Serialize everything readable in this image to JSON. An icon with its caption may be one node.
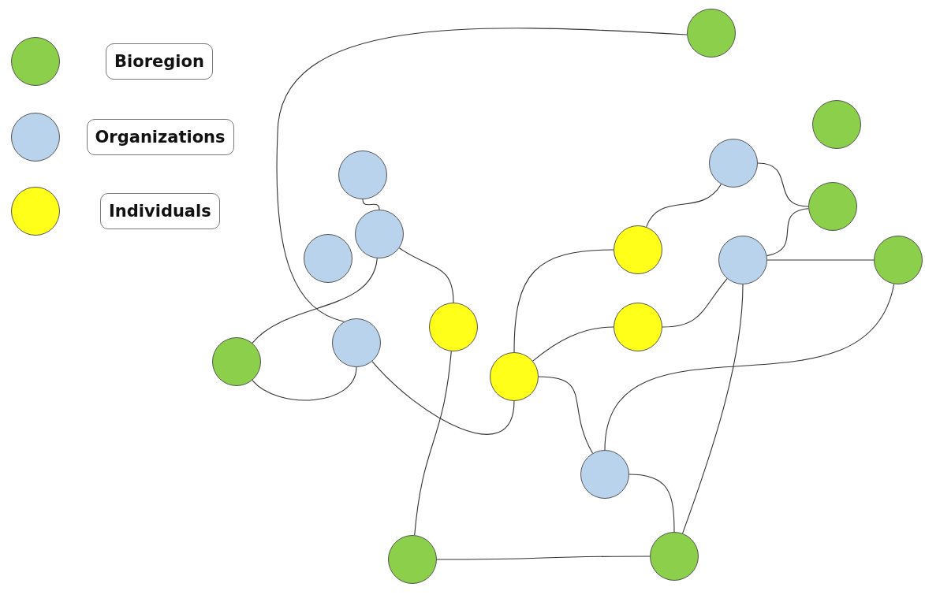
{
  "diagram": {
    "nodes": [
      {
        "text": [],
        "shape": "circle"
      },
      {
        "text": [],
        "shape": "circle"
      },
      {
        "text": [],
        "shape": "circle"
      },
      {
        "text": [],
        "shape": "circle"
      },
      {
        "text": [],
        "shape": "circle"
      },
      {
        "text": [],
        "shape": "circle"
      },
      {
        "text": [],
        "shape": "circle"
      },
      {
        "text": [],
        "shape": "circle"
      },
      {
        "text": [],
        "shape": "circle"
      },
      {
        "text": [],
        "shape": "circle"
      },
      {
        "text": [],
        "shape": "circle"
      },
      {
        "text": [],
        "shape": "circle"
      },
      {
        "text": [],
        "shape": "circle"
      },
      {
        "text": [],
        "shape": "circle"
      },
      {
        "text": [],
        "shape": "circle"
      },
      {
        "text": [],
        "shape": "circle"
      },
      {
        "text": [],
        "shape": "circle"
      },
      {
        "text": [],
        "shape": "circle"
      }
    ],
    "edges": [
      {
        "from": 0,
        "to": 12,
        "arrow": "none"
      },
      {
        "from": 3,
        "to": 5,
        "arrow": "none"
      },
      {
        "from": 5,
        "to": 13,
        "arrow": "none"
      },
      {
        "from": 5,
        "to": 10,
        "arrow": "none"
      },
      {
        "from": 13,
        "to": 12,
        "arrow": "none"
      },
      {
        "from": 12,
        "to": 14,
        "arrow": "none"
      },
      {
        "from": 10,
        "to": 17,
        "arrow": "none"
      },
      {
        "from": 14,
        "to": 6,
        "arrow": "none"
      },
      {
        "from": 14,
        "to": 11,
        "arrow": "none"
      },
      {
        "from": 14,
        "to": 15,
        "arrow": "none"
      },
      {
        "from": 6,
        "to": 2,
        "arrow": "none"
      },
      {
        "from": 2,
        "to": 4,
        "arrow": "none"
      },
      {
        "from": 11,
        "to": 8,
        "arrow": "none"
      },
      {
        "from": 8,
        "to": 4,
        "arrow": "none"
      },
      {
        "from": 8,
        "to": 9,
        "arrow": "none"
      },
      {
        "from": 8,
        "to": 16,
        "arrow": "none"
      },
      {
        "from": 9,
        "to": 15,
        "arrow": "none"
      },
      {
        "from": 15,
        "to": 16,
        "arrow": "none"
      },
      {
        "from": 17,
        "to": 16,
        "arrow": "none"
      }
    ],
    "legend": [
      {
        "text": "Bioregion",
        "color": "#8bcf4a"
      },
      {
        "text": "Organizations",
        "color": "#b9d3ec"
      },
      {
        "text": "Individuals",
        "color": "#ffff1a"
      }
    ]
  }
}
